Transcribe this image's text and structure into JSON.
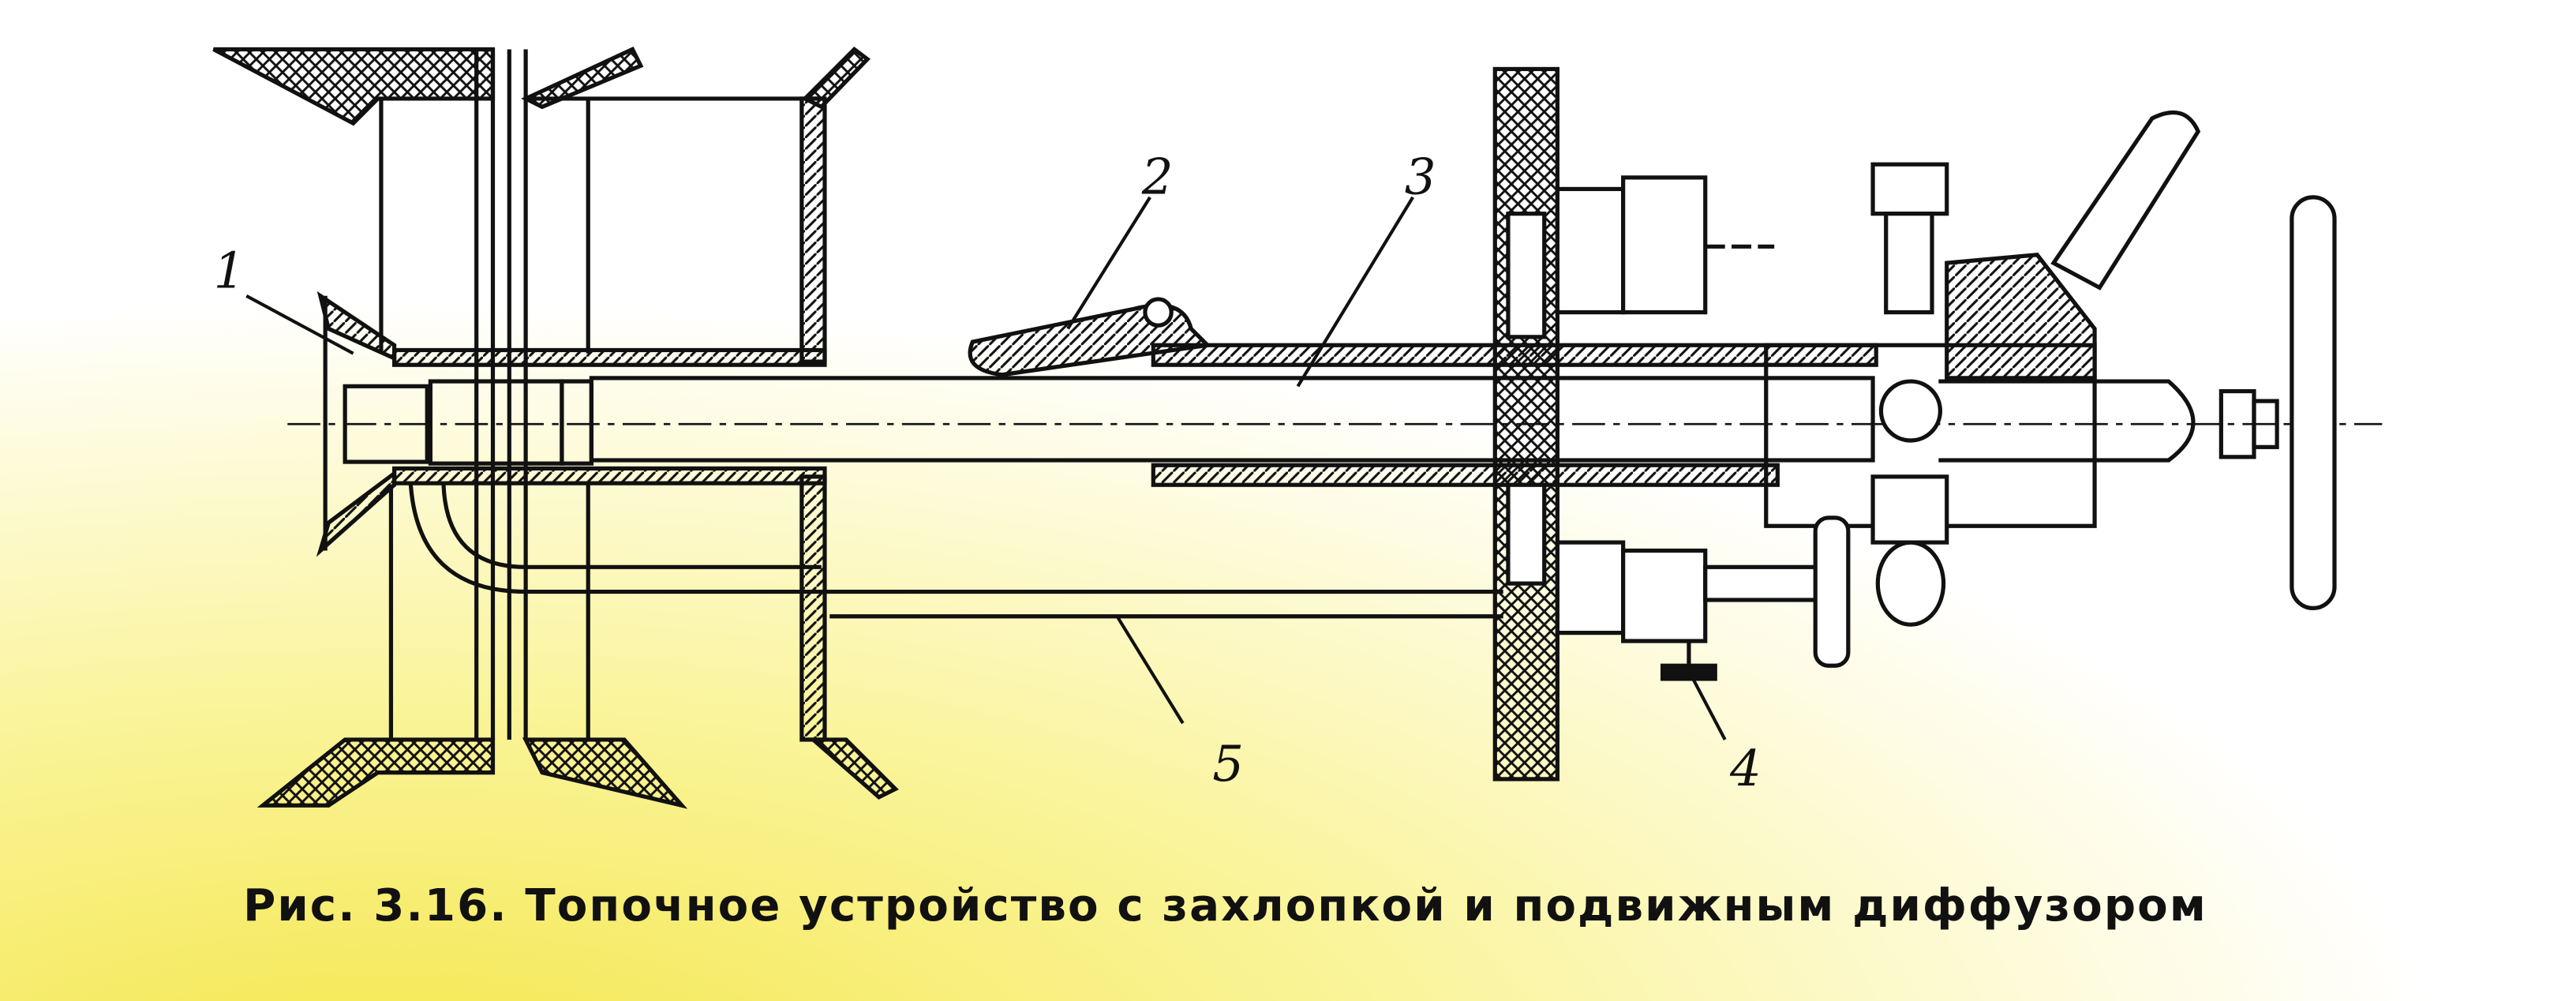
{
  "figure": {
    "caption": "Рис. 3.16. Топочное устройство с захлопкой и подвижным диффузором",
    "labels": [
      "1",
      "2",
      "3",
      "4",
      "5"
    ]
  },
  "colors": {
    "ink": "#111111",
    "paper_tint": "#f7f060"
  }
}
